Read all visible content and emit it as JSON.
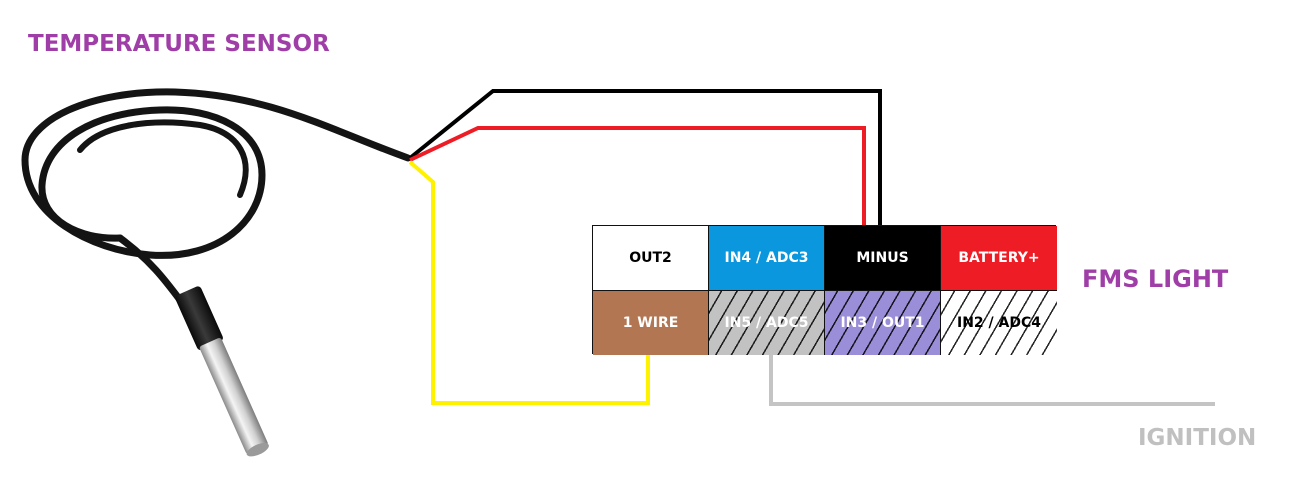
{
  "labels": {
    "sensor": "TEMPERATURE SENSOR",
    "device": "FMS LIGHT",
    "ignition": "IGNITION"
  },
  "connector": {
    "pins": [
      {
        "id": "out2",
        "label": "OUT2",
        "bg": "#ffffff",
        "fg": "#000000",
        "hatched": false
      },
      {
        "id": "in4-adc3",
        "label": "IN4 / ADC3",
        "bg": "#0a97de",
        "fg": "#ffffff",
        "hatched": false
      },
      {
        "id": "minus",
        "label": "MINUS",
        "bg": "#000000",
        "fg": "#ffffff",
        "hatched": false
      },
      {
        "id": "battery-plus",
        "label": "BATTERY+",
        "bg": "#ee1c25",
        "fg": "#ffffff",
        "hatched": false
      },
      {
        "id": "1-wire",
        "label": "1 WIRE",
        "bg": "#b27653",
        "fg": "#ffffff",
        "hatched": false
      },
      {
        "id": "in5-adc5",
        "label": "IN5 / ADC5",
        "bg": "#c2c2c2",
        "fg": "#ffffff",
        "hatched": true
      },
      {
        "id": "in3-out1",
        "label": "IN3 / OUT1",
        "bg": "#9b8ed8",
        "fg": "#ffffff",
        "hatched": true
      },
      {
        "id": "in2-adc4",
        "label": "IN2 / ADC4",
        "bg": "#ffffff",
        "fg": "#000000",
        "hatched": true
      }
    ]
  },
  "colors": {
    "title": "#a03ea8",
    "wire_black": "#000000",
    "wire_red": "#ee1c25",
    "wire_yellow": "#fff200",
    "wire_gray": "#c4c4c4",
    "cable": "#141414",
    "probe_metal": "#c8c8c8"
  }
}
